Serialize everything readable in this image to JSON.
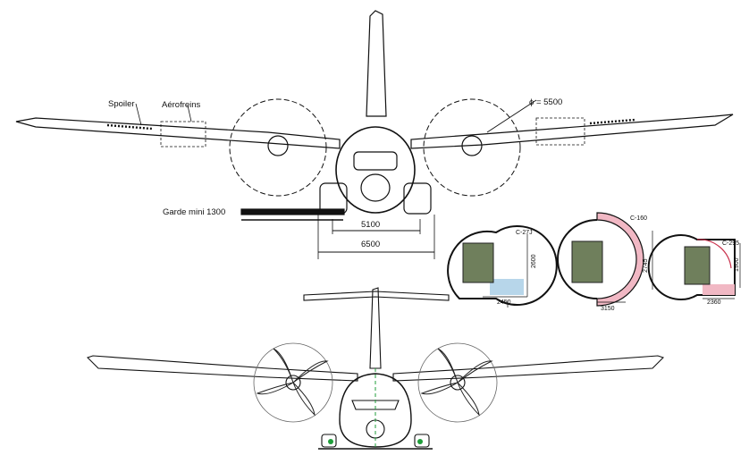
{
  "labels": {
    "spoiler": "Spoiler",
    "aerofreins": "Aérofreins",
    "diameter": "ϕ = 5500",
    "garde": "Garde mini 1300",
    "dim_5100": "5100",
    "dim_6500": "6500"
  },
  "sections": [
    {
      "name": "C-27J",
      "height": "2600",
      "width": "2450"
    },
    {
      "name": "C-160",
      "height": "2745",
      "width": "3150"
    },
    {
      "name": "C-295",
      "height": "1900",
      "width": "2360"
    }
  ],
  "colors": {
    "line": "#111111",
    "cargo_area_c27j": "#b7d6ea",
    "cargo_area_c160": "#f1b8c4",
    "cargo_area_c295": "#f1b8c4",
    "truck": "#6f7f5c",
    "centerline_green": "#1f9e3a"
  }
}
